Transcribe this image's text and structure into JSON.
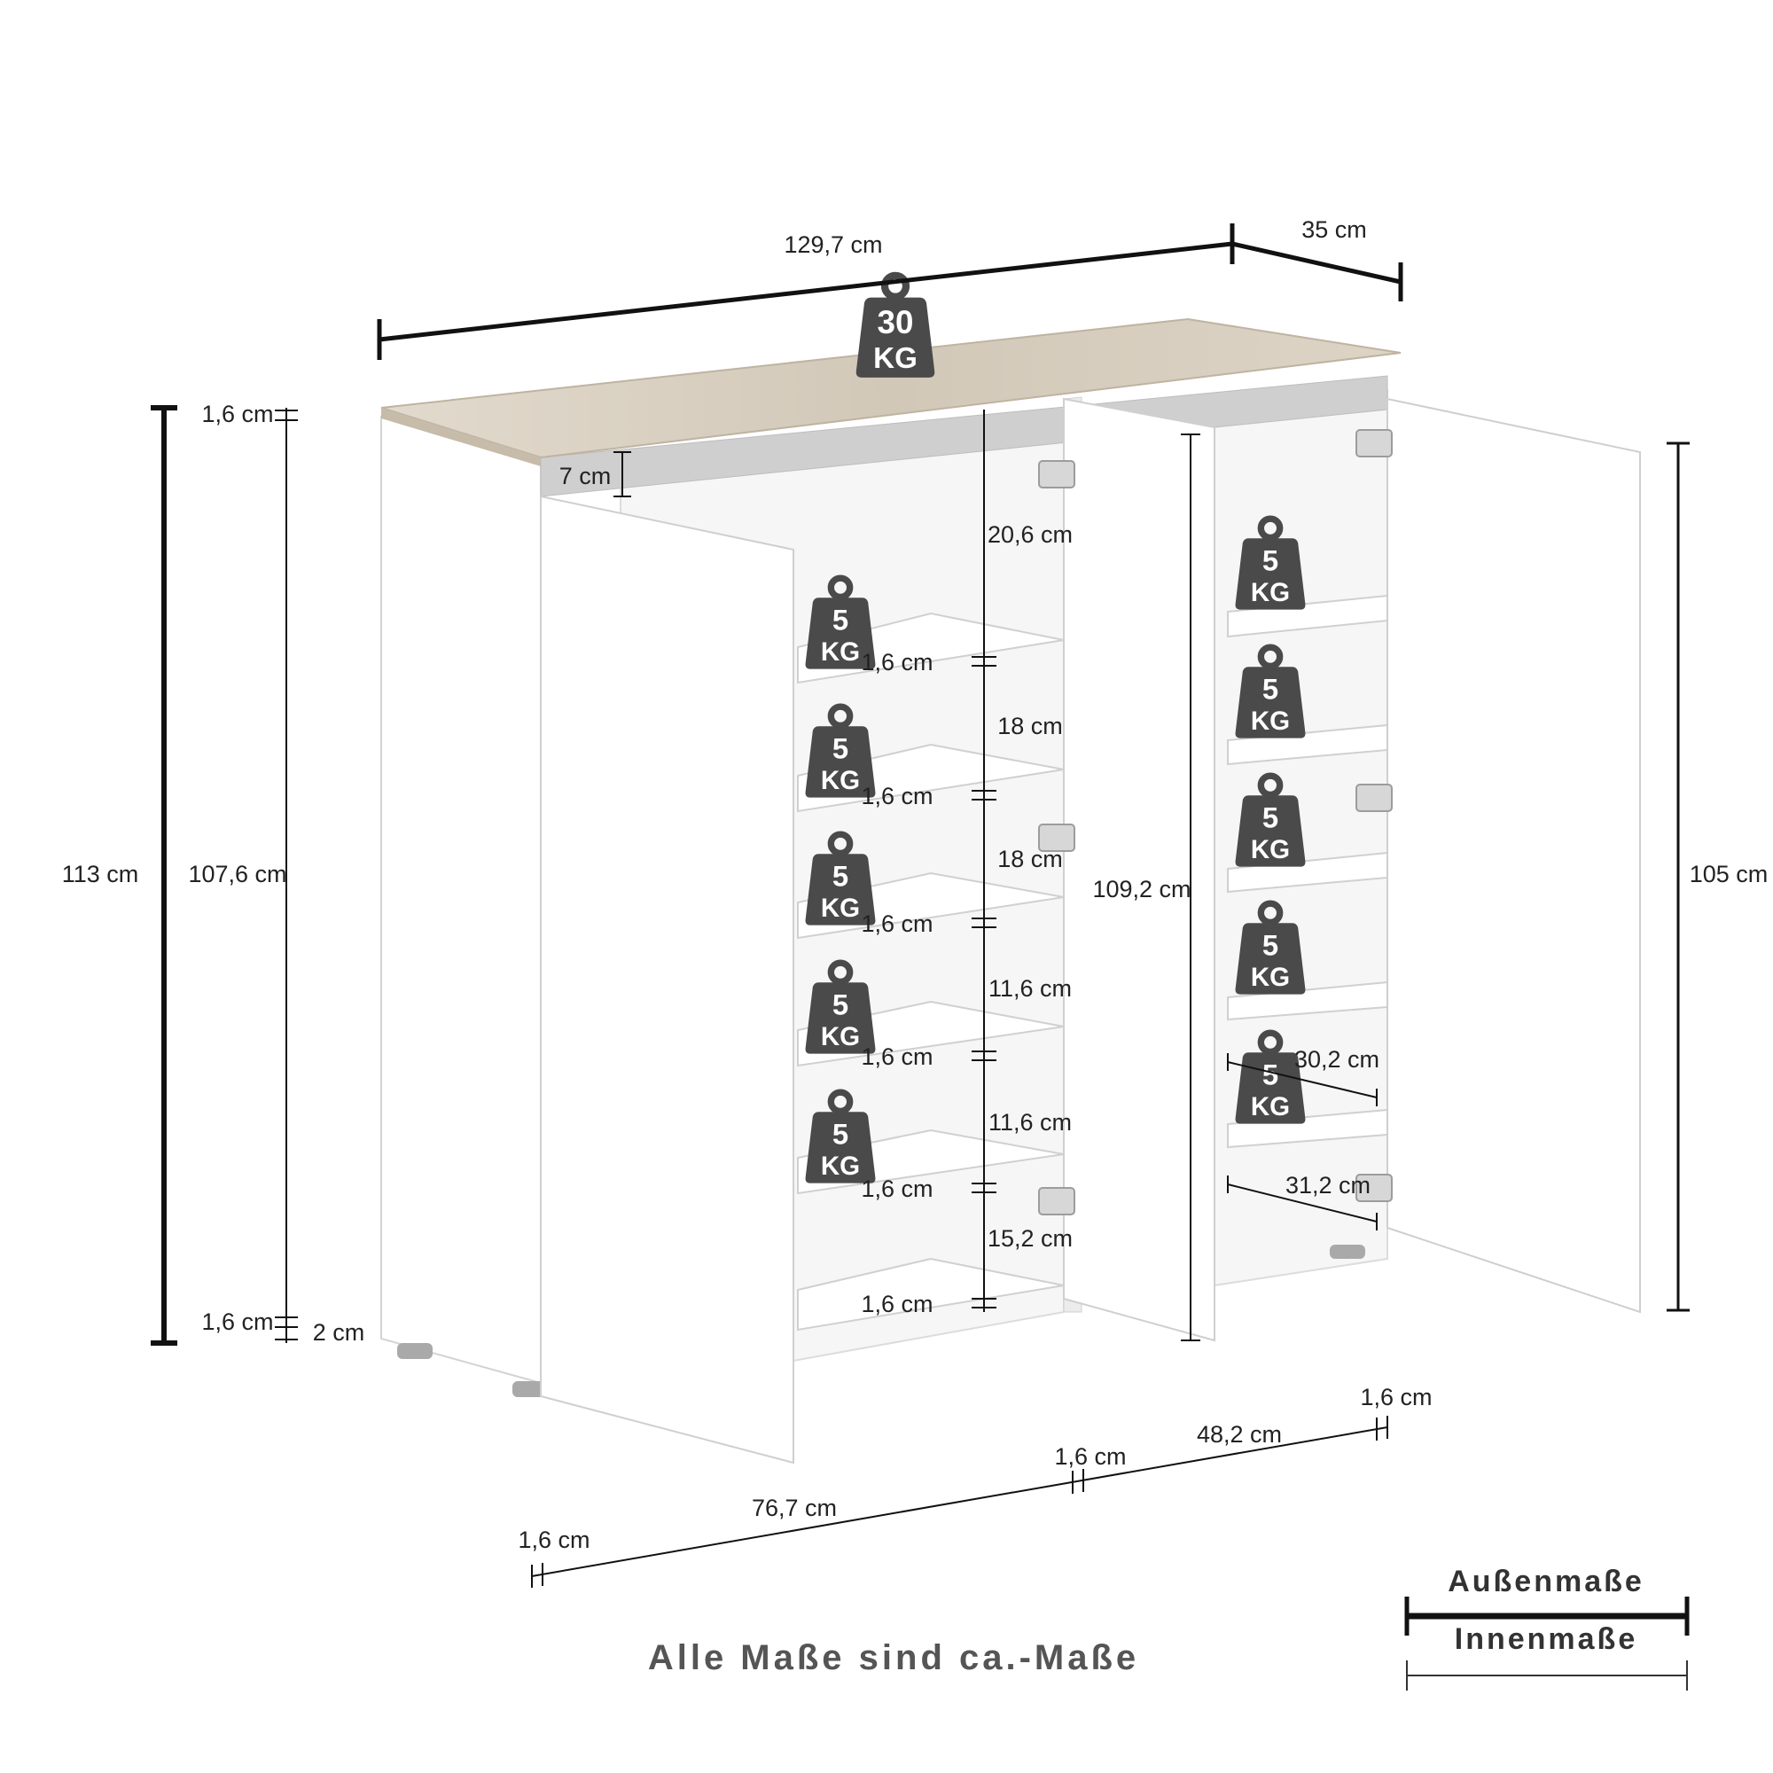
{
  "footer_note": "Alle Maße sind ca.-Maße",
  "legend": {
    "outer_label": "Außenmaße",
    "inner_label": "Innenmaße"
  },
  "colors": {
    "weight_badge": "#4a4a4a",
    "oak_top": "#d8cfc1",
    "panel": "#ffffff",
    "outline": "#d6d6d6",
    "dimension_line": "#111111"
  },
  "weights": {
    "top": {
      "value": "30",
      "unit": "KG"
    },
    "shelf": {
      "value": "5",
      "unit": "KG"
    }
  },
  "dimensions": {
    "overall_width": "129,7 cm",
    "depth": "35 cm",
    "overall_height": "113 cm",
    "body_height": "107,6 cm",
    "top_thickness": "1,6 cm",
    "bottom_thickness": "1,6 cm",
    "plinth": "2 cm",
    "recess": "7 cm",
    "left_compartment_height": "109,2 cm",
    "right_door_height": "105 cm",
    "left_compartment": {
      "shelf_gaps": [
        "20,6 cm",
        "18 cm",
        "18 cm",
        "11,6 cm",
        "11,6 cm",
        "15,2 cm"
      ],
      "shelf_thickness": [
        "1,6 cm",
        "1,6 cm",
        "1,6 cm",
        "1,6 cm",
        "1,6 cm",
        "1,6 cm"
      ]
    },
    "right_compartment": {
      "shelf_depth_upper": "30,2 cm",
      "shelf_depth_lower": "31,2 cm"
    },
    "bottom_widths": {
      "side_left": "1,6 cm",
      "left_width": "76,7 cm",
      "middle_divider": "1,6 cm",
      "right_width": "48,2 cm",
      "side_right": "1,6 cm"
    }
  }
}
